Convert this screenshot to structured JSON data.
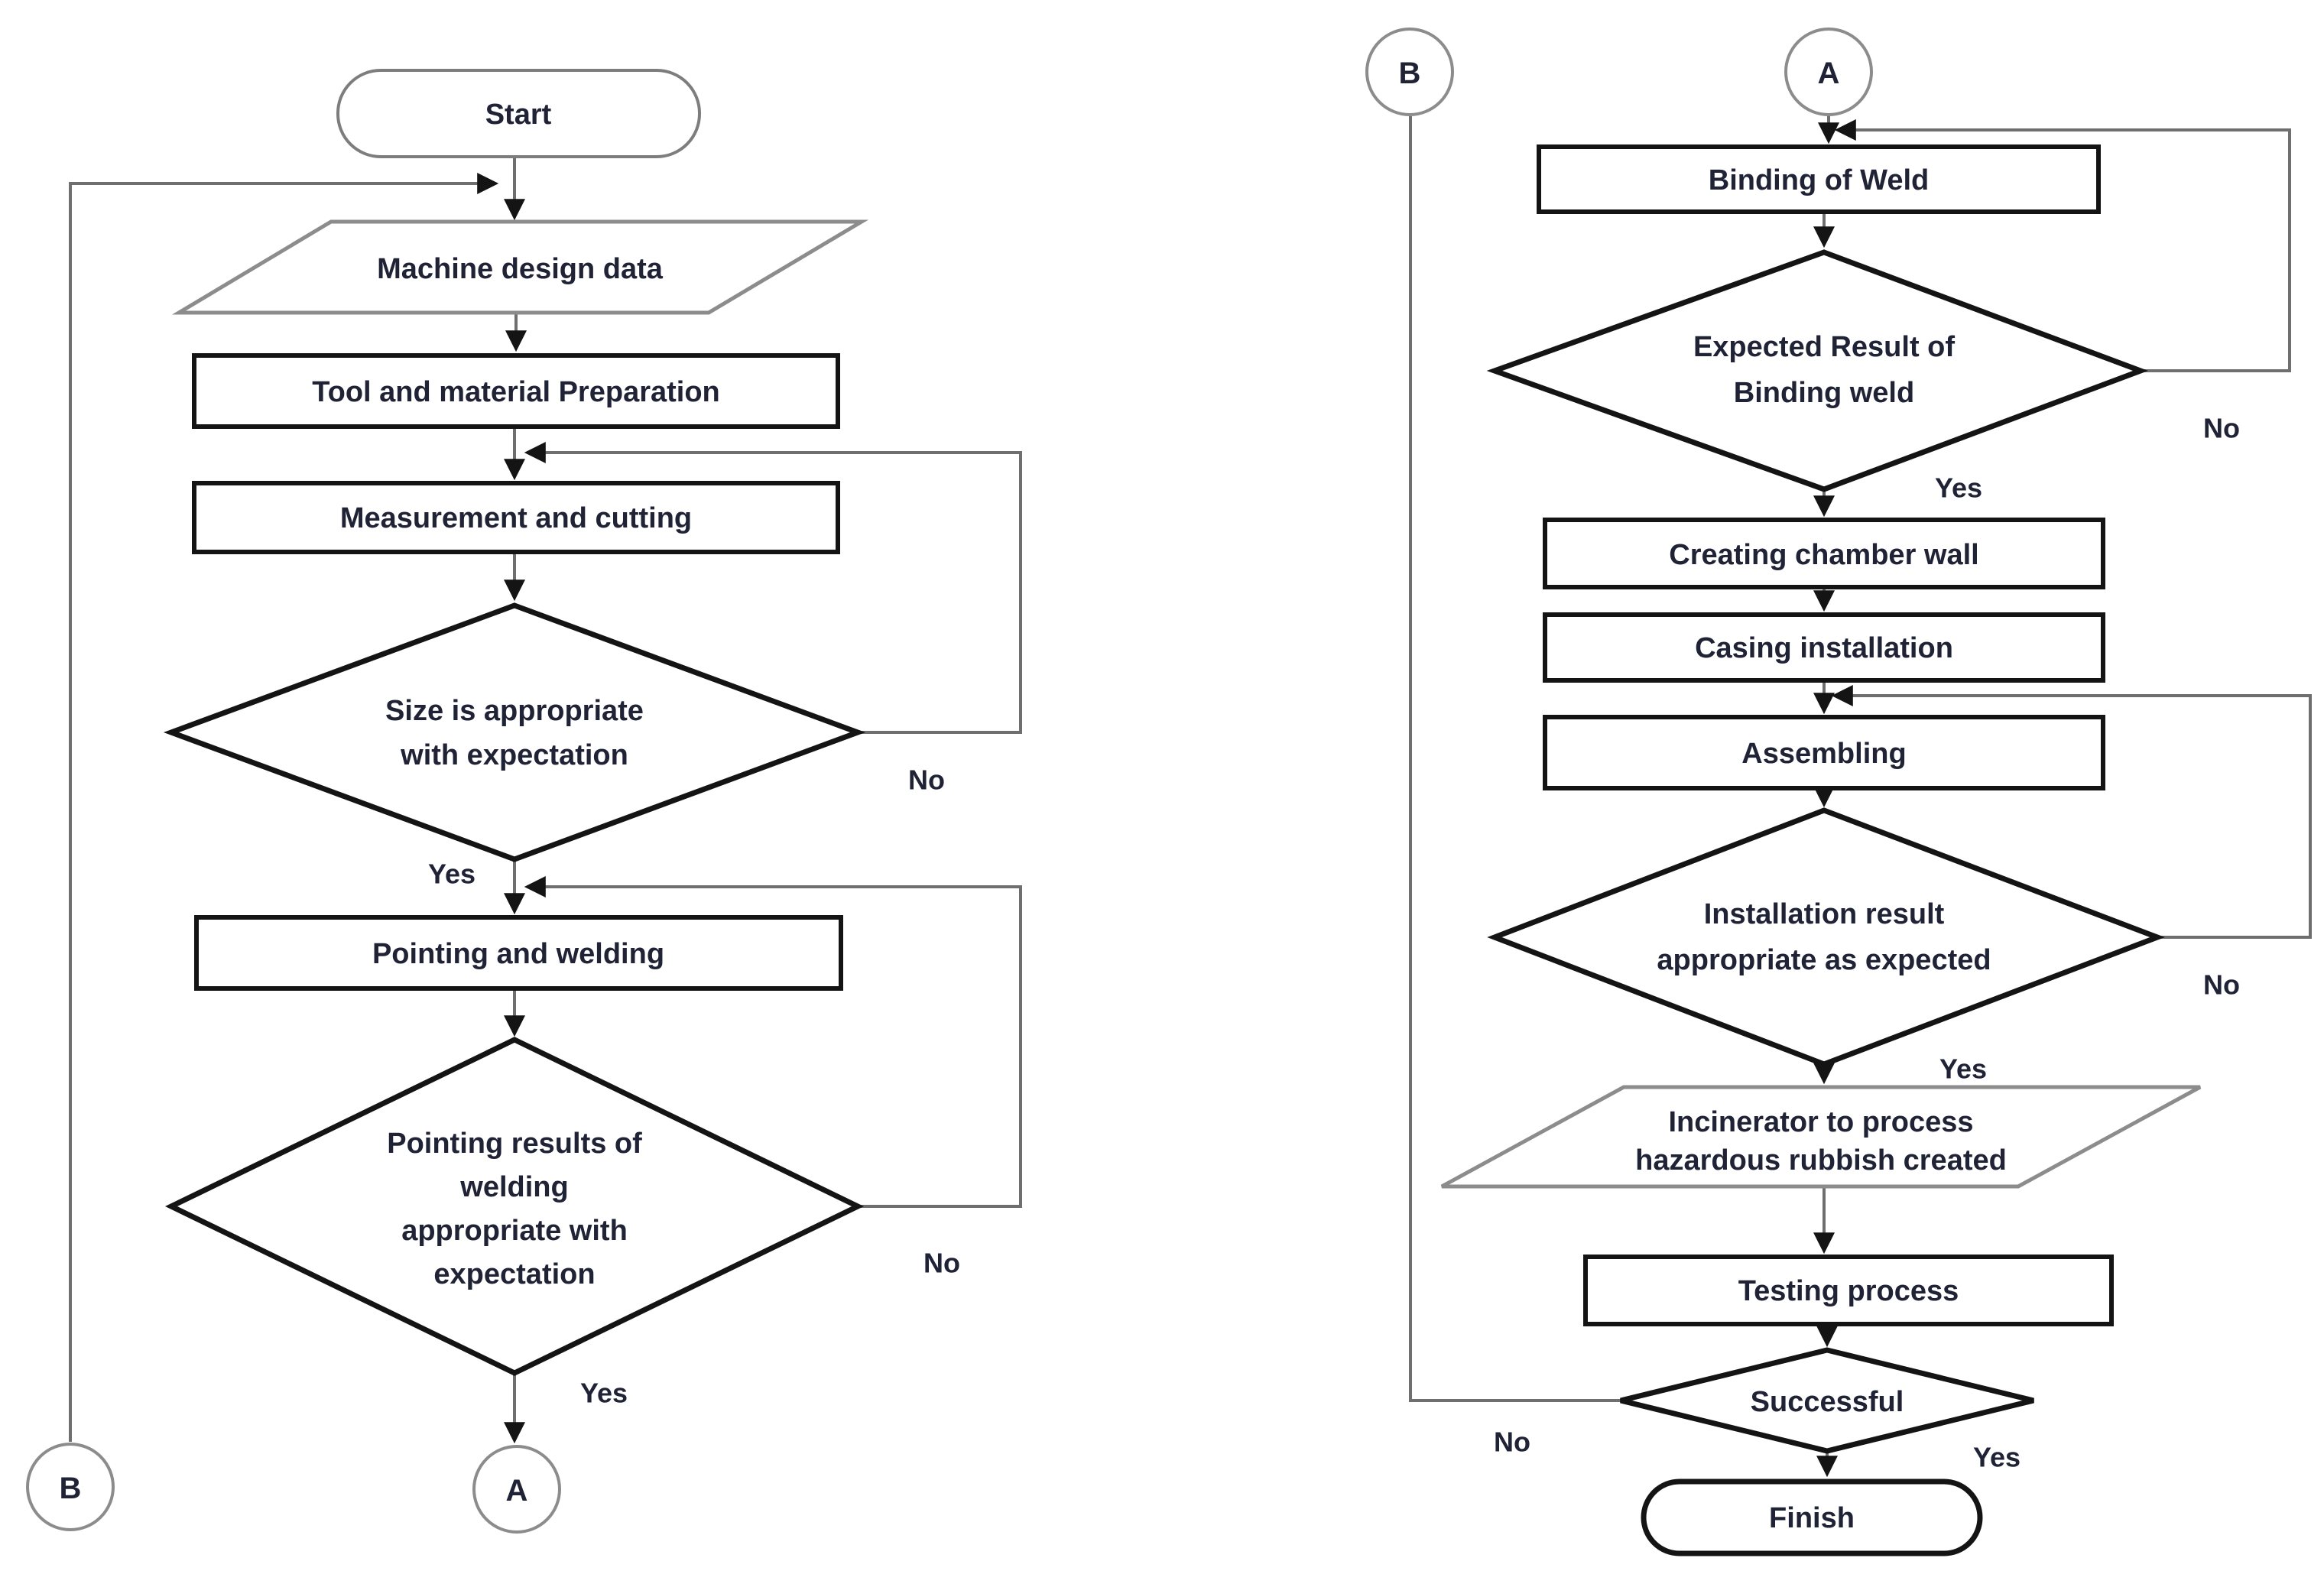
{
  "diagram": {
    "type": "flowchart",
    "description": "Two-column fabrication process flowchart with connector circles A and B",
    "colors": {
      "background": "#ffffff",
      "shape_outline_dark": "#141414",
      "shape_outline_gray": "#8c8c8c",
      "connector_line": "#6f6f6f",
      "arrowhead": "#141414",
      "text": "#1f2335"
    }
  },
  "nodes": {
    "start": {
      "label": "Start"
    },
    "machine_design_data": {
      "label": "Machine design data"
    },
    "tool_material_preparation": {
      "label": "Tool and material Preparation"
    },
    "measurement_cutting": {
      "label": "Measurement and cutting"
    },
    "size_check": {
      "lines": [
        "Size is appropriate",
        "with expectation"
      ]
    },
    "pointing_welding": {
      "label": "Pointing and welding"
    },
    "pointing_check": {
      "lines": [
        "Pointing results of",
        "welding",
        "appropriate with",
        "expectation"
      ]
    },
    "connector_b_left": {
      "label": "B"
    },
    "connector_a_left": {
      "label": "A"
    },
    "connector_b_right": {
      "label": "B"
    },
    "connector_a_right": {
      "label": "A"
    },
    "binding_of_weld": {
      "label": "Binding of Weld"
    },
    "binding_check": {
      "lines": [
        "Expected Result of",
        "Binding weld"
      ]
    },
    "creating_chamber_wall": {
      "label": "Creating chamber wall"
    },
    "casing_installation": {
      "label": "Casing installation"
    },
    "assembling": {
      "label": "Assembling"
    },
    "installation_check": {
      "lines": [
        "Installation result",
        "appropriate as expected"
      ]
    },
    "incinerator_process": {
      "lines": [
        "Incinerator to process",
        "hazardous rubbish created"
      ]
    },
    "testing_process": {
      "label": "Testing process"
    },
    "successful_check": {
      "label": "Successful"
    },
    "finish": {
      "label": "Finish"
    }
  },
  "edge_labels": {
    "size_yes": "Yes",
    "size_no": "No",
    "pointing_yes": "Yes",
    "pointing_no": "No",
    "binding_yes": "Yes",
    "binding_no": "No",
    "installation_yes": "Yes",
    "installation_no": "No",
    "successful_yes": "Yes",
    "successful_no": "No"
  }
}
